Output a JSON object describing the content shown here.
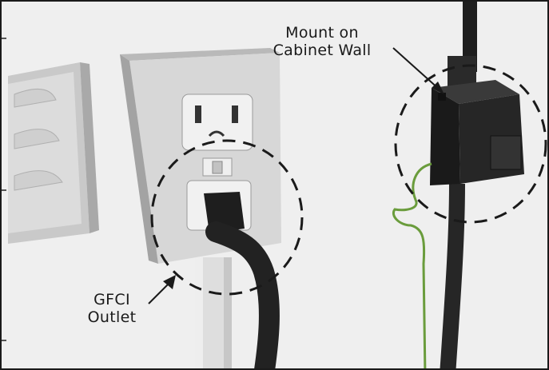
{
  "callouts": {
    "mount": {
      "line1": "Mount on",
      "line2": "Cabinet Wall"
    },
    "gfci": {
      "line1": "GFCI",
      "line2": "Outlet"
    }
  },
  "colors": {
    "background": "#f2f2f2",
    "frame": "#1a1a1a",
    "outlet_plate": "#e3e3e3",
    "cord": "#2a2a2a",
    "ground_wire": "#6a9c3c"
  },
  "icons": {
    "outlet": "duplex-receptacle",
    "plug": "power-plug",
    "adapter": "plug-in-transformer"
  }
}
